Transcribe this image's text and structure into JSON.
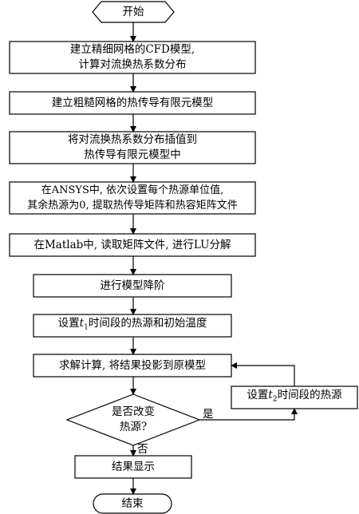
{
  "flowchart": {
    "start": "开始",
    "end": "结束",
    "steps": [
      {
        "line1": "建立精细网格的CFD模型,",
        "line2": "计算对流换热系数分布"
      },
      {
        "line1": "建立粗糙网格的热传导有限元模型",
        "line2": ""
      },
      {
        "line1": "将对流换热系数分布插值到",
        "line2": "热传导有限元模型中"
      },
      {
        "line1": "在ANSYS中, 依次设置每个热源单位值,",
        "line2": "其余热源为0, 提取热传导矩阵和热容矩阵文件"
      },
      {
        "line1": "在Matlab中, 读取矩阵文件, 进行LU分解",
        "line2": ""
      },
      {
        "line1": "进行模型降阶",
        "line2": ""
      },
      {
        "pre": "设置",
        "var": "t",
        "sub": "1",
        "post": "时间段的热源和初始温度"
      },
      {
        "line1": "求解计算, 将结果投影到原模型",
        "line2": ""
      },
      {
        "line1": "结果显示",
        "line2": ""
      }
    ],
    "decision": {
      "line1": "是否改变",
      "line2": "热源?"
    },
    "side_box": {
      "pre": "设置",
      "var": "t",
      "sub": "2",
      "post": "时间段的热源"
    },
    "yes_label": "是",
    "no_label": "否",
    "stroke_color": "#000000"
  }
}
